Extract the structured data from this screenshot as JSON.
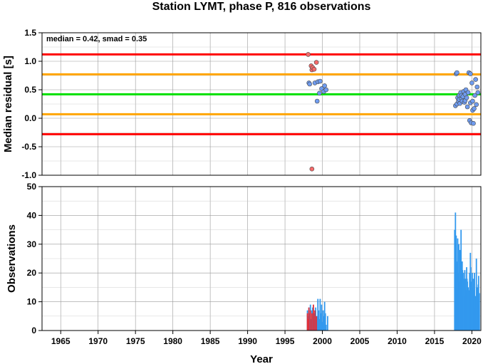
{
  "chart_data": [
    {
      "type": "scatter",
      "title": "Station LYMT, phase P, 816 observations",
      "xlabel": "",
      "ylabel": "Median residual [s]",
      "xlim": [
        1962.5,
        2021.2
      ],
      "ylim": [
        -1.0,
        1.5
      ],
      "y_ticks": [
        "-1.0",
        "-0.5",
        "0.0",
        "0.5",
        "1.0",
        "1.5"
      ],
      "annotation": "median = 0.42, smad = 0.35",
      "grid": true,
      "reference_lines": [
        {
          "value": 1.12,
          "color": "#ff0000"
        },
        {
          "value": 0.77,
          "color": "#ffa500"
        },
        {
          "value": 0.42,
          "color": "#00e000"
        },
        {
          "value": 0.07,
          "color": "#ffa500"
        },
        {
          "value": -0.28,
          "color": "#ff0000"
        }
      ],
      "colors": {
        "inlier": "#6f9cf0",
        "outlier": "#f46a6a"
      },
      "series": [
        {
          "values": [
            [
              1998.2,
              0.62
            ],
            [
              1998.3,
              0.6
            ],
            [
              1999.0,
              0.62
            ],
            [
              1999.3,
              0.3
            ],
            [
              1999.4,
              0.64
            ],
            [
              1999.6,
              0.44
            ],
            [
              1999.7,
              0.65
            ],
            [
              1999.9,
              0.52
            ],
            [
              2000.2,
              0.47
            ],
            [
              2000.3,
              0.57
            ],
            [
              2000.5,
              0.5
            ],
            [
              2017.8,
              0.22
            ],
            [
              2017.9,
              0.78
            ],
            [
              2018.0,
              0.8
            ],
            [
              2018.0,
              0.25
            ],
            [
              2018.1,
              0.36
            ],
            [
              2018.2,
              0.3
            ],
            [
              2018.3,
              0.33
            ],
            [
              2018.3,
              0.4
            ],
            [
              2018.4,
              0.26
            ],
            [
              2018.5,
              0.45
            ],
            [
              2018.6,
              0.35
            ],
            [
              2018.6,
              0.4
            ],
            [
              2018.7,
              0.3
            ],
            [
              2018.8,
              0.38
            ],
            [
              2018.9,
              0.47
            ],
            [
              2019.0,
              0.28
            ],
            [
              2019.1,
              0.42
            ],
            [
              2019.1,
              0.31
            ],
            [
              2019.2,
              0.5
            ],
            [
              2019.3,
              0.36
            ],
            [
              2019.4,
              0.2
            ],
            [
              2019.5,
              0.45
            ],
            [
              2019.6,
              0.8
            ],
            [
              2019.7,
              -0.04
            ],
            [
              2019.8,
              0.78
            ],
            [
              2019.8,
              0.27
            ],
            [
              2019.9,
              -0.08
            ],
            [
              2020.0,
              0.62
            ],
            [
              2020.1,
              0.14
            ],
            [
              2020.1,
              0.3
            ],
            [
              2020.2,
              -0.09
            ],
            [
              2020.3,
              0.17
            ],
            [
              2020.4,
              0.4
            ],
            [
              2020.5,
              0.68
            ],
            [
              2020.6,
              0.24
            ],
            [
              2020.7,
              0.55
            ],
            [
              2020.8,
              0.45
            ]
          ]
        },
        {
          "values": [
            [
              1998.1,
              1.12
            ],
            [
              1998.5,
              0.92
            ],
            [
              1998.6,
              0.85
            ],
            [
              1998.7,
              0.89
            ],
            [
              1998.9,
              0.86
            ],
            [
              1999.2,
              0.98
            ],
            [
              1998.6,
              -0.89
            ]
          ]
        }
      ]
    },
    {
      "type": "bar",
      "xlabel": "Year",
      "ylabel": "Observations",
      "xlim": [
        1962.5,
        2021.2
      ],
      "ylim": [
        0,
        50
      ],
      "y_ticks": [
        "0",
        "10",
        "20",
        "30",
        "40",
        "50"
      ],
      "x_ticks": [
        "1965",
        "1970",
        "1975",
        "1980",
        "1985",
        "1990",
        "1995",
        "2000",
        "2005",
        "2010",
        "2015",
        "2020"
      ],
      "grid": true,
      "colors": {
        "inlier": "#3399ee",
        "outlier": "#e0303a"
      },
      "series": [
        {
          "values": [
            [
              1998.0,
              7
            ],
            [
              1998.1,
              5
            ],
            [
              1998.2,
              8
            ],
            [
              1998.3,
              6
            ],
            [
              1998.4,
              9
            ],
            [
              1998.5,
              4
            ],
            [
              1998.6,
              7
            ],
            [
              1998.7,
              8
            ],
            [
              1998.8,
              5
            ],
            [
              1998.9,
              6
            ],
            [
              1999.1,
              8
            ],
            [
              1999.3,
              5
            ],
            [
              1999.4,
              11
            ],
            [
              1999.5,
              7
            ],
            [
              1999.6,
              4
            ],
            [
              1999.7,
              11
            ],
            [
              1999.8,
              6
            ],
            [
              1999.9,
              9
            ],
            [
              2000.0,
              3
            ],
            [
              2000.1,
              7
            ],
            [
              2000.2,
              5
            ],
            [
              2000.3,
              10
            ],
            [
              2000.4,
              6
            ],
            [
              2000.5,
              2
            ],
            [
              2000.7,
              5
            ],
            [
              2017.7,
              35
            ],
            [
              2017.8,
              41
            ],
            [
              2017.85,
              28
            ],
            [
              2017.9,
              33
            ],
            [
              2018.0,
              14
            ],
            [
              2018.05,
              24
            ],
            [
              2018.1,
              32
            ],
            [
              2018.2,
              20
            ],
            [
              2018.25,
              30
            ],
            [
              2018.3,
              17
            ],
            [
              2018.4,
              28
            ],
            [
              2018.45,
              21
            ],
            [
              2018.5,
              14
            ],
            [
              2018.55,
              35
            ],
            [
              2018.6,
              18
            ],
            [
              2018.7,
              24
            ],
            [
              2018.75,
              21
            ],
            [
              2018.8,
              16
            ],
            [
              2018.85,
              20
            ],
            [
              2018.9,
              12
            ],
            [
              2019.0,
              18
            ],
            [
              2019.05,
              21
            ],
            [
              2019.1,
              15
            ],
            [
              2019.15,
              18
            ],
            [
              2019.2,
              10
            ],
            [
              2019.25,
              14
            ],
            [
              2019.3,
              22
            ],
            [
              2019.35,
              18
            ],
            [
              2019.4,
              17
            ],
            [
              2019.45,
              8
            ],
            [
              2019.5,
              15
            ],
            [
              2019.55,
              11
            ],
            [
              2019.6,
              14
            ],
            [
              2019.65,
              7
            ],
            [
              2019.7,
              20
            ],
            [
              2019.75,
              5
            ],
            [
              2019.8,
              27
            ],
            [
              2019.85,
              22
            ],
            [
              2019.9,
              8
            ],
            [
              2019.95,
              17
            ],
            [
              2020.0,
              16
            ],
            [
              2020.05,
              20
            ],
            [
              2020.1,
              15
            ],
            [
              2020.15,
              13
            ],
            [
              2020.2,
              18
            ],
            [
              2020.25,
              10
            ],
            [
              2020.3,
              14
            ],
            [
              2020.35,
              20
            ],
            [
              2020.4,
              9
            ],
            [
              2020.45,
              12
            ],
            [
              2020.5,
              8
            ],
            [
              2020.55,
              10
            ],
            [
              2020.6,
              25
            ],
            [
              2020.65,
              12
            ],
            [
              2020.7,
              15
            ],
            [
              2020.75,
              7
            ],
            [
              2020.8,
              10
            ],
            [
              2020.85,
              16
            ],
            [
              2020.9,
              19
            ],
            [
              2020.95,
              9
            ],
            [
              2021.0,
              13
            ]
          ]
        },
        {
          "values": [
            [
              1998.0,
              6
            ],
            [
              1998.1,
              4
            ],
            [
              1998.2,
              8
            ],
            [
              1998.4,
              7
            ],
            [
              1998.6,
              6
            ],
            [
              1998.8,
              9
            ],
            [
              1999.0,
              7
            ],
            [
              1999.2,
              5
            ]
          ]
        }
      ]
    }
  ]
}
